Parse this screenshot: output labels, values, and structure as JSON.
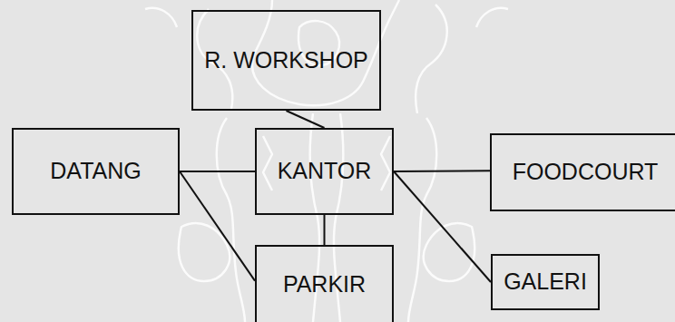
{
  "diagram": {
    "nodes": [
      {
        "text": [
          "R. WORKSHOP"
        ]
      },
      {
        "text": [
          "DATANG"
        ]
      },
      {
        "text": [
          "KANTOR"
        ]
      },
      {
        "text": [
          "FOODCOURT"
        ]
      },
      {
        "text": [
          "PARKIR"
        ]
      },
      {
        "text": [
          "GALERI"
        ]
      }
    ],
    "edges": [
      {
        "from": 0,
        "to": 2,
        "arrow": "none"
      },
      {
        "from": 1,
        "to": 2,
        "arrow": "none"
      },
      {
        "from": 1,
        "to": 4,
        "arrow": "none"
      },
      {
        "from": 2,
        "to": 3,
        "arrow": "none"
      },
      {
        "from": 2,
        "to": 5,
        "arrow": "none"
      },
      {
        "from": 2,
        "to": 4,
        "arrow": "none"
      }
    ]
  }
}
